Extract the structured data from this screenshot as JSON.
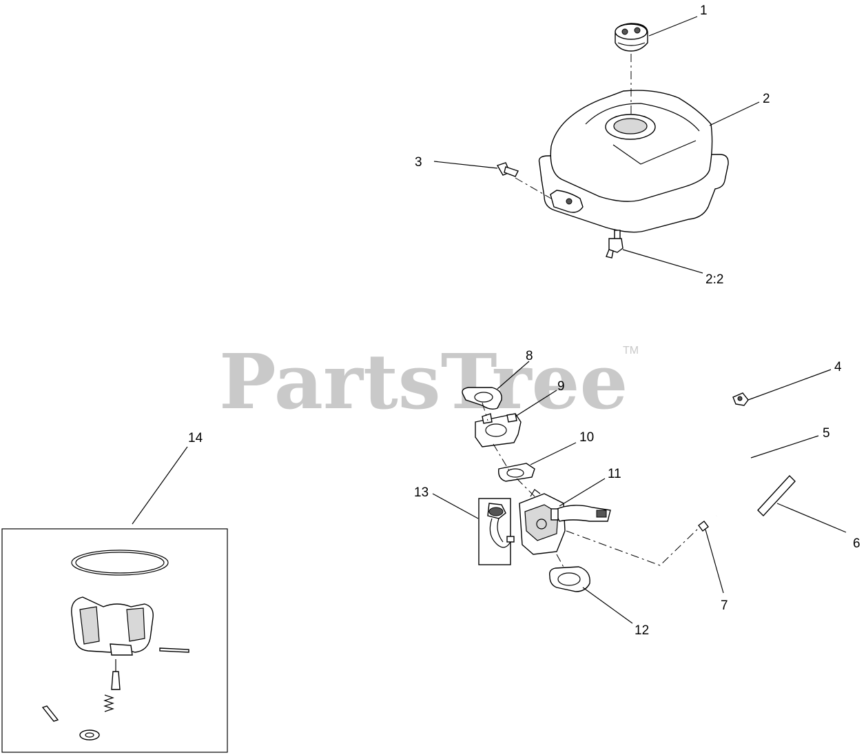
{
  "watermark": {
    "brand": "PartsTree",
    "trademark": "TM"
  },
  "callouts": {
    "c1": "1",
    "c2": "2",
    "c3": "3",
    "c2_2": "2:2",
    "c4": "4",
    "c5": "5",
    "c6": "6",
    "c7": "7",
    "c8": "8",
    "c9": "9",
    "c10": "10",
    "c11": "11",
    "c12": "12",
    "c13": "13",
    "c14": "14"
  }
}
